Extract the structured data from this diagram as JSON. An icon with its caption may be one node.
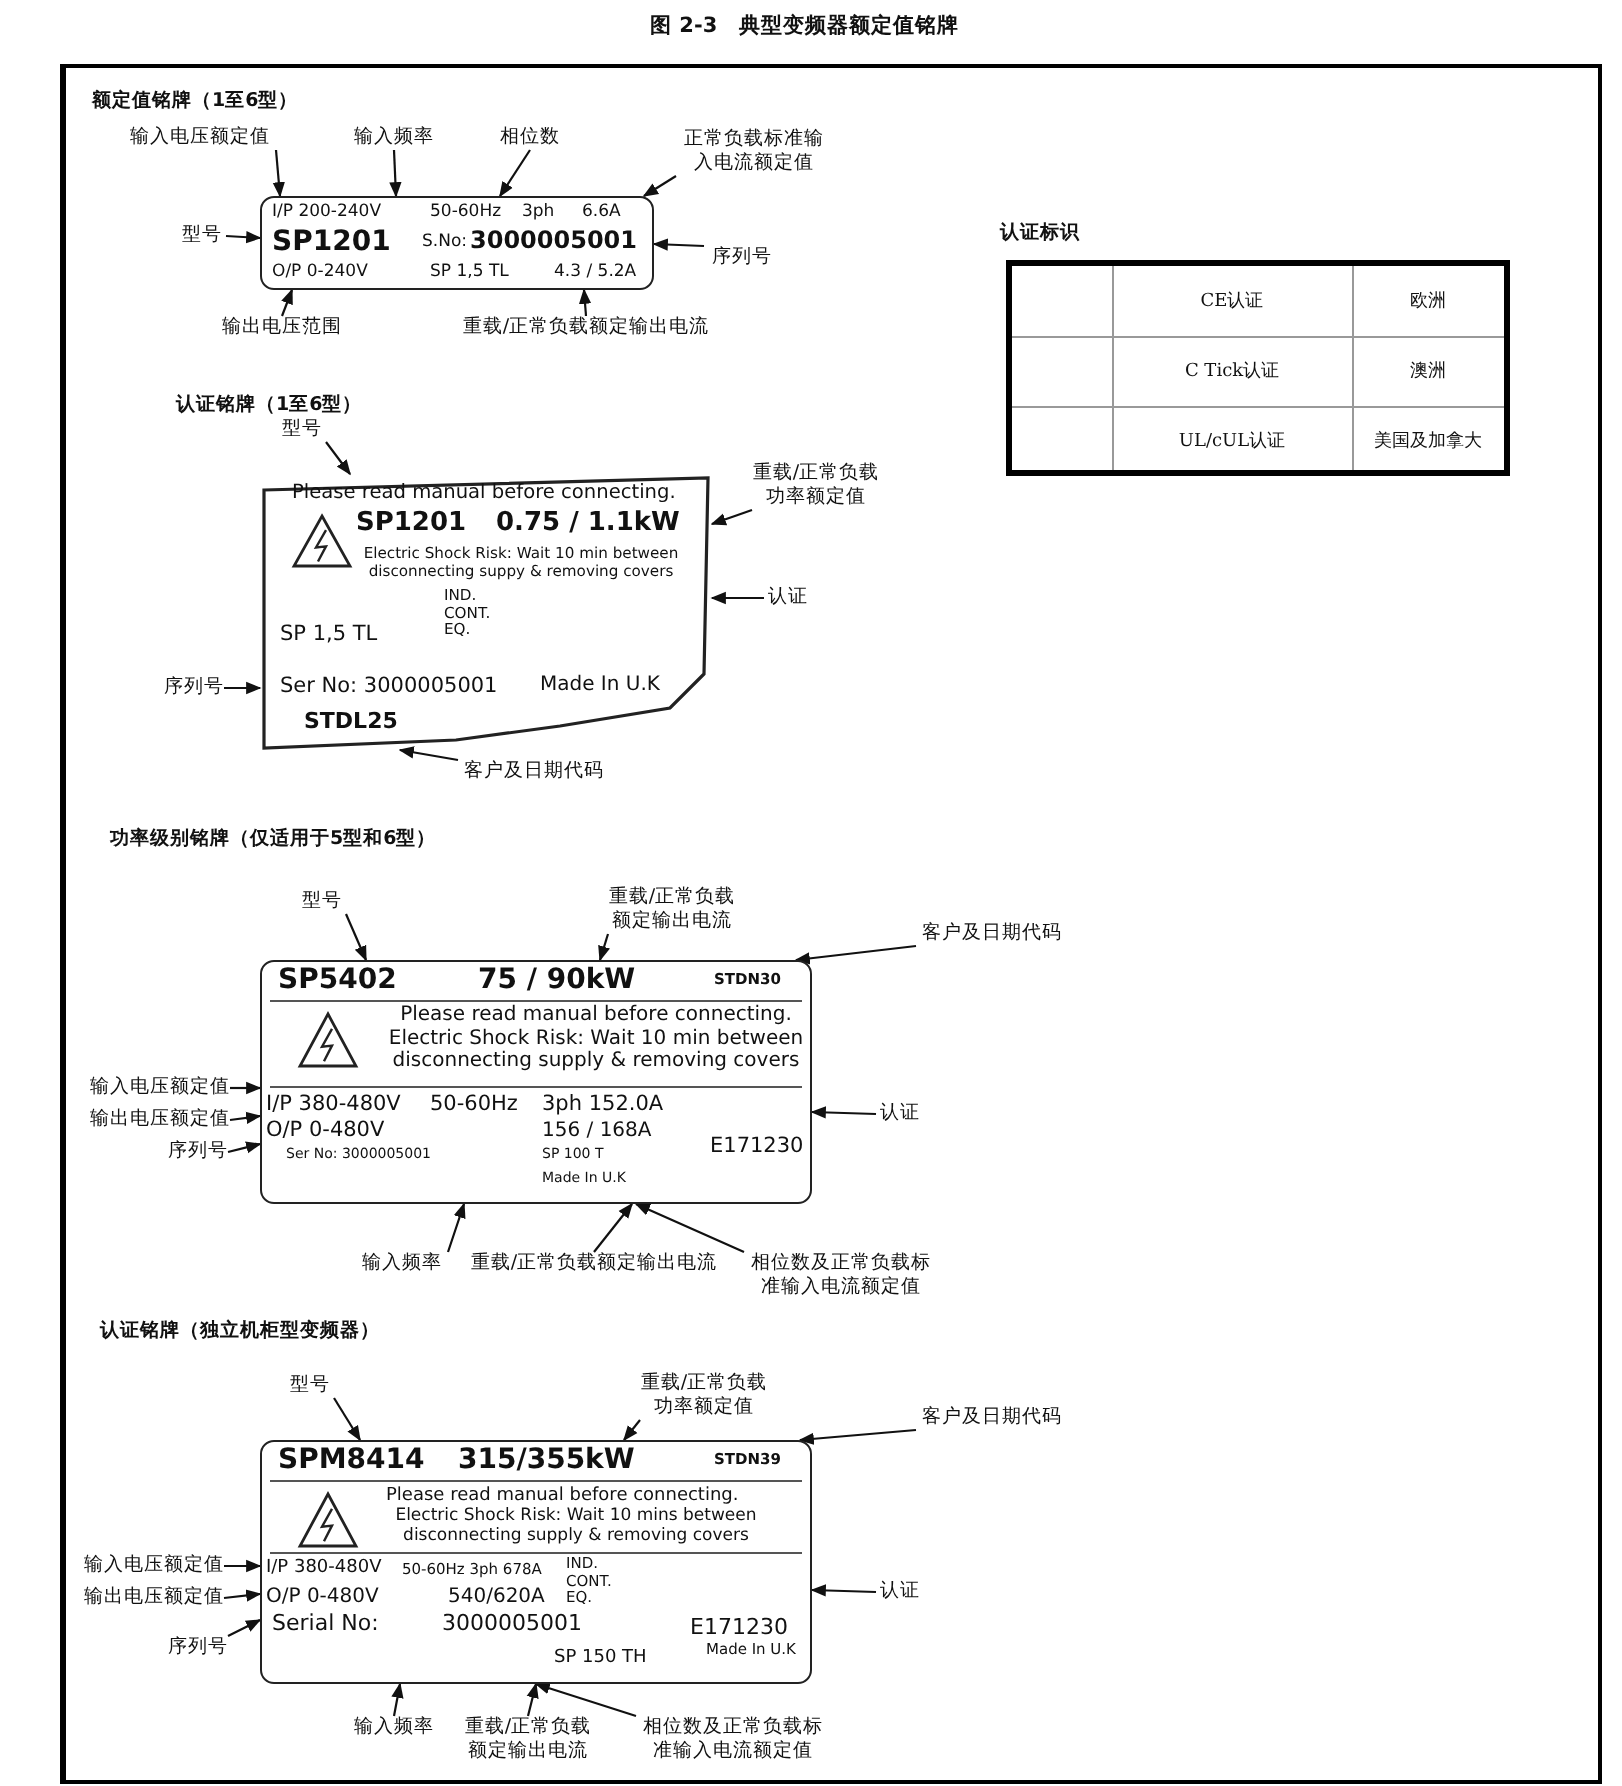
{
  "diagram": {
    "title": "图 2-3　典型变频器额定值铭牌",
    "nodes": [
      {
        "text": [
          "输入电压额定值"
        ]
      },
      {
        "text": [
          "输入频率"
        ]
      },
      {
        "text": [
          "相位数"
        ]
      },
      {
        "text": [
          "正常负载标准输入电流额定值"
        ]
      },
      {
        "text": [
          "型号"
        ]
      },
      {
        "text": [
          "I/P 200-240V",
          "50-60Hz",
          "3ph",
          "6.6A",
          "SP1201",
          "S.No:",
          "3000005001",
          "O/P 0-240V",
          "SP 1,5 TL",
          "4.3 / 5.2A"
        ]
      },
      {
        "text": [
          "序列号"
        ]
      },
      {
        "text": [
          "输出电压范围"
        ]
      },
      {
        "text": [
          "重载/正常负载额定输出电流"
        ]
      },
      {
        "text": [
          "型号"
        ]
      },
      {
        "text": [
          "重载/正常负载功率额定值"
        ]
      },
      {
        "text": [
          "Please read manual before connecting.",
          "SP1201",
          "0.75 / 1.1kW",
          "Electric Shock Risk:  Wait 10 min between disconnecting suppy & removing covers",
          "SP 1,5 TL",
          "IND. CONT. EQ.",
          "Ser No: 3000005001",
          "Made In U.K",
          "STDL25"
        ]
      },
      {
        "text": [
          "认证"
        ]
      },
      {
        "text": [
          "序列号"
        ]
      },
      {
        "text": [
          "客户及日期代码"
        ]
      },
      {
        "text": [
          "型号"
        ]
      },
      {
        "text": [
          "重载/正常负载额定输出电流"
        ]
      },
      {
        "text": [
          "客户及日期代码"
        ]
      },
      {
        "text": [
          "输入电压额定值"
        ]
      },
      {
        "text": [
          "输出电压额定值"
        ]
      },
      {
        "text": [
          "SP5402",
          "75 / 90kW",
          "STDN30",
          "Please read manual before connecting. Electric Shock Risk:  Wait 10 min between disconnecting supply & removing covers",
          "I/P  380-480V",
          "50-60Hz",
          "3ph 152.0A",
          "O/P  0-480V",
          "156 / 168A",
          "Ser No: 3000005001",
          "SP 100 T",
          "Made In U.K",
          "E171230"
        ]
      },
      {
        "text": [
          "序列号"
        ]
      },
      {
        "text": [
          "认证"
        ]
      },
      {
        "text": [
          "输入频率"
        ]
      },
      {
        "text": [
          "重载/正常负载额定输出电流"
        ]
      },
      {
        "text": [
          "相位数及正常负载标准输入电流额定值"
        ]
      },
      {
        "text": [
          "型号"
        ]
      },
      {
        "text": [
          "重载/正常负载功率额定值"
        ]
      },
      {
        "text": [
          "客户及日期代码"
        ]
      },
      {
        "text": [
          "输入电压额定值"
        ]
      },
      {
        "text": [
          "输出电压额定值"
        ]
      },
      {
        "text": [
          "SPM8414",
          "315/355kW",
          "STDN39",
          "Please read manual before connecting.",
          "Electric Shock Risk:  Wait 10 mins between disconnecting supply & removing covers",
          "I/P 380-480V",
          "50-60Hz 3ph 678A",
          "O/P  0-480V",
          "540/620A",
          "IND. CONT. EQ.",
          "Serial No:",
          "3000005001",
          "E171230",
          "SP 150 TH",
          "Made In U.K"
        ]
      },
      {
        "text": [
          "序列号"
        ]
      },
      {
        "text": [
          "认证"
        ]
      },
      {
        "text": [
          "输入频率"
        ]
      },
      {
        "text": [
          "重载/正常负载额定输出电流"
        ]
      },
      {
        "text": [
          "相位数及正常负载标准输入电流额定值"
        ]
      }
    ],
    "edges": [
      {
        "from": 0,
        "to": 5,
        "arrow": "to"
      },
      {
        "from": 1,
        "to": 5,
        "arrow": "to"
      },
      {
        "from": 2,
        "to": 5,
        "arrow": "to"
      },
      {
        "from": 3,
        "to": 5,
        "arrow": "to"
      },
      {
        "from": 4,
        "to": 5,
        "arrow": "to"
      },
      {
        "from": 6,
        "to": 5,
        "arrow": "to"
      },
      {
        "from": 7,
        "to": 5,
        "arrow": "to"
      },
      {
        "from": 8,
        "to": 5,
        "arrow": "to"
      },
      {
        "from": 9,
        "to": 11,
        "arrow": "to"
      },
      {
        "from": 10,
        "to": 11,
        "arrow": "to"
      },
      {
        "from": 12,
        "to": 11,
        "arrow": "to"
      },
      {
        "from": 13,
        "to": 11,
        "arrow": "to"
      },
      {
        "from": 14,
        "to": 11,
        "arrow": "to"
      },
      {
        "from": 15,
        "to": 20,
        "arrow": "to"
      },
      {
        "from": 16,
        "to": 20,
        "arrow": "to"
      },
      {
        "from": 17,
        "to": 20,
        "arrow": "to"
      },
      {
        "from": 18,
        "to": 20,
        "arrow": "to"
      },
      {
        "from": 19,
        "to": 20,
        "arrow": "to"
      },
      {
        "from": 21,
        "to": 20,
        "arrow": "to"
      },
      {
        "from": 22,
        "to": 20,
        "arrow": "to"
      },
      {
        "from": 23,
        "to": 20,
        "arrow": "to"
      },
      {
        "from": 24,
        "to": 20,
        "arrow": "to"
      },
      {
        "from": 25,
        "to": 20,
        "arrow": "to"
      },
      {
        "from": 26,
        "to": 31,
        "arrow": "to"
      },
      {
        "from": 27,
        "to": 31,
        "arrow": "to"
      },
      {
        "from": 28,
        "to": 31,
        "arrow": "to"
      },
      {
        "from": 29,
        "to": 31,
        "arrow": "to"
      },
      {
        "from": 30,
        "to": 31,
        "arrow": "to"
      },
      {
        "from": 32,
        "to": 31,
        "arrow": "to"
      },
      {
        "from": 33,
        "to": 31,
        "arrow": "to"
      },
      {
        "from": 34,
        "to": 31,
        "arrow": "to"
      },
      {
        "from": 35,
        "to": 31,
        "arrow": "to"
      },
      {
        "from": 36,
        "to": 31,
        "arrow": "to"
      }
    ],
    "labels": [
      "额定值铭牌（1至6型）",
      "认证标识",
      "CE认证",
      "欧洲",
      "C Tick认证",
      "澳洲",
      "UL/cUL认证",
      "美国及加拿大",
      "认证铭牌（1至6型）",
      "功率级别铭牌（仅适用于5型和6型）",
      "认证铭牌（独立机柜型变频器）"
    ]
  }
}
